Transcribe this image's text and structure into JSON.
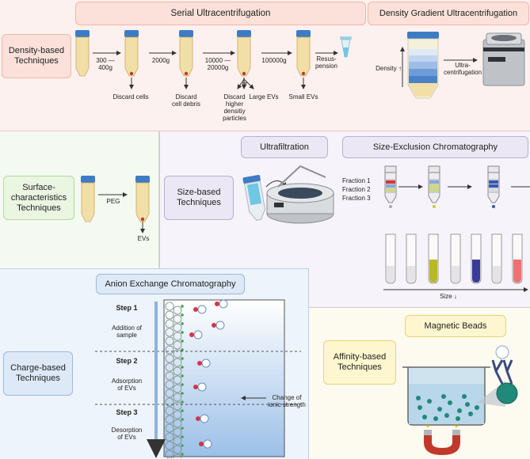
{
  "density": {
    "technique": "Density-based\nTechniques",
    "serial_title": "Serial Ultracentrifugation",
    "gradient_title": "Density Gradient Ultracentrifugation",
    "speeds": [
      "300 —\n400g",
      "2000g",
      "10000 —\n20000g",
      "100000g"
    ],
    "resuspension": "Resus-\npension",
    "discards": [
      "Discard cells",
      "Discard\ncell debris",
      "Discard\nhigher\ndensitiy\nparticles"
    ],
    "or_label": "or",
    "large_evs": "Large EVs",
    "small_evs": "Small EVs",
    "density_axis": "Density ↑",
    "ultracentrifugation": "Ultra-\ncentrifugation"
  },
  "surface": {
    "technique": "Surface-\ncharacteristics\nTechniques",
    "peg": "PEG",
    "evs": "EVs"
  },
  "size": {
    "technique": "Size-based\nTechniques",
    "ultrafiltration": "Ultrafiltration",
    "sec_title": "Size-Exclusion Chromatography",
    "fractions": [
      "Fraction 1",
      "Fraction 2",
      "Fraction 3"
    ],
    "size_axis": "Size ↓"
  },
  "charge": {
    "technique": "Charge-based\nTechniques",
    "title": "Anion Exchange Chromatography",
    "steps": [
      {
        "title": "Step 1",
        "desc": "Addition of\nsample"
      },
      {
        "title": "Step 2",
        "desc": "Adsorption\nof EVs"
      },
      {
        "title": "Step 3",
        "desc": "Desorption\nof EVs"
      }
    ],
    "change_label": "Change of\nionic strength"
  },
  "affinity": {
    "technique": "Affinity-based\nTechniques",
    "title": "Magnetic Beads"
  },
  "colors": {
    "density_bg": "#fdf1ef",
    "surface_bg": "#f4f9f1",
    "size_bg": "#f6f4fa",
    "charge_bg": "#eef4fb",
    "affinity_bg": "#fdfbef",
    "tube_cap": "#3d7cc4",
    "tube_body": "#f2dfa8"
  }
}
